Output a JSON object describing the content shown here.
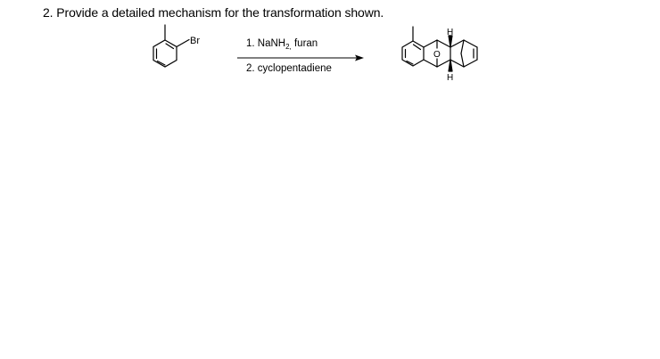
{
  "question": {
    "number": "2.",
    "text": "Provide a detailed mechanism for the transformation shown."
  },
  "reactant": {
    "substituent_label": "Br"
  },
  "conditions": {
    "step1_prefix": "1. NaNH",
    "step1_subscript": "2,",
    "step1_suffix": " furan",
    "step2": "2. cyclopentadiene"
  },
  "product": {
    "top_h": "H",
    "bottom_h": "H",
    "bridge_atom": "O"
  }
}
